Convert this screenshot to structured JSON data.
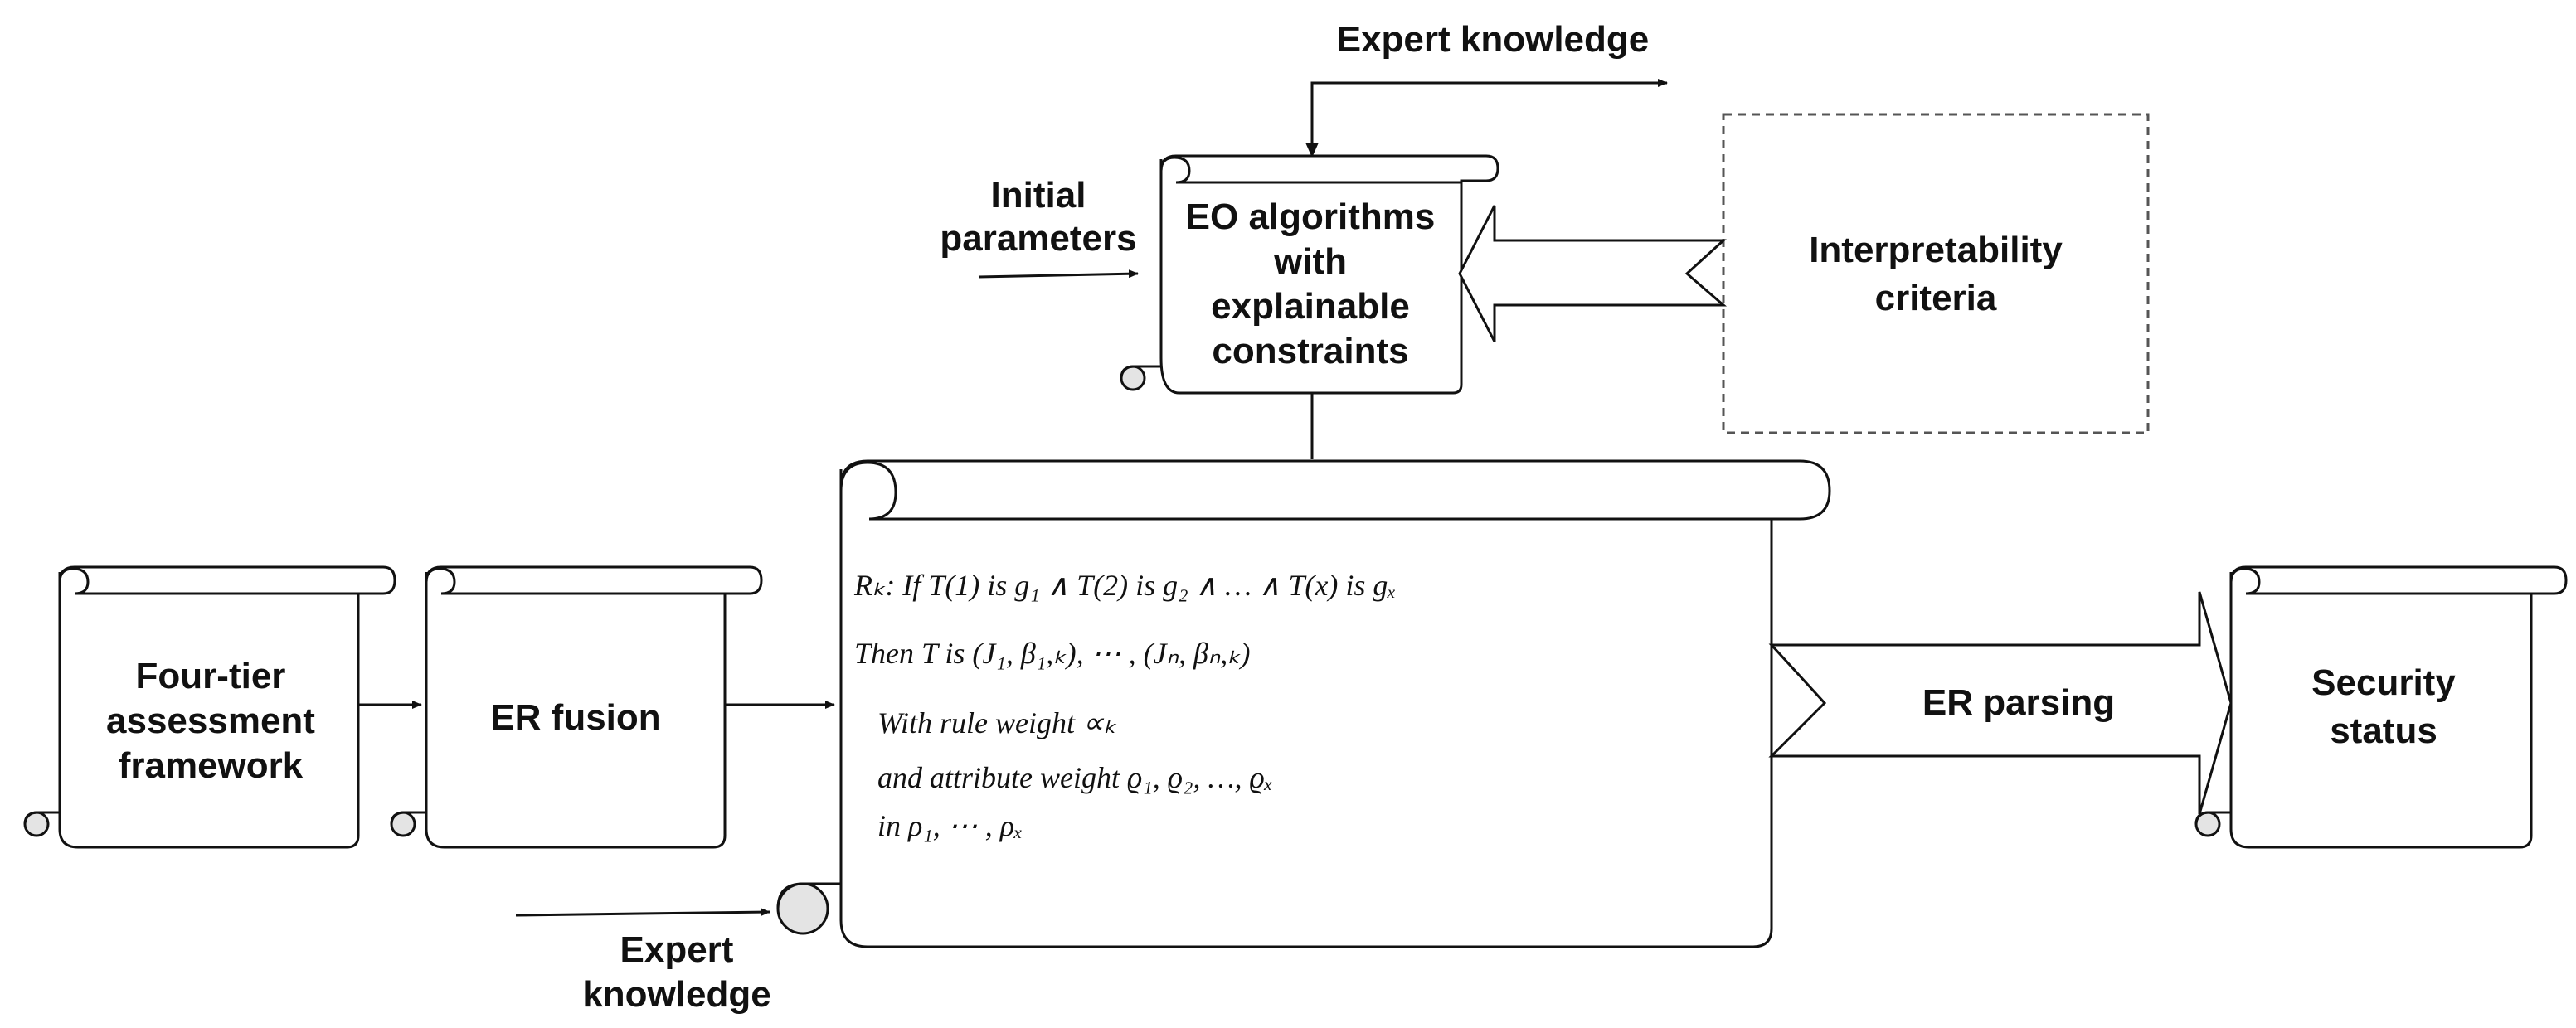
{
  "nodes": {
    "expert_knowledge_top": "Expert knowledge",
    "initial_parameters": [
      "Initial",
      "parameters"
    ],
    "eo_algorithms": [
      "EO algorithms",
      "with",
      "explainable",
      "constraints"
    ],
    "interpretability": [
      "Interpretability",
      "criteria"
    ],
    "four_tier": [
      "Four-tier",
      "assessment",
      "framework"
    ],
    "er_fusion": "ER fusion",
    "er_parsing": "ER parsing",
    "security_status": [
      "Security",
      "status"
    ],
    "expert_knowledge_bottom": [
      "Expert",
      "knowledge"
    ]
  },
  "rule": {
    "line1": "Rₖ: If T(1) is g₁ ∧ T(2) is g₂ ∧  … ∧  T(x) is gₓ",
    "line2": "Then T  is  (J₁, β₁,ₖ), ⋯ , (Jₙ, βₙ,ₖ)",
    "line3": "With rule weight ∝ₖ",
    "line4": "and attribute weight ϱ₁, ϱ₂, …, ϱₓ",
    "line5": "in ρ₁, ⋯ , ρₓ"
  }
}
